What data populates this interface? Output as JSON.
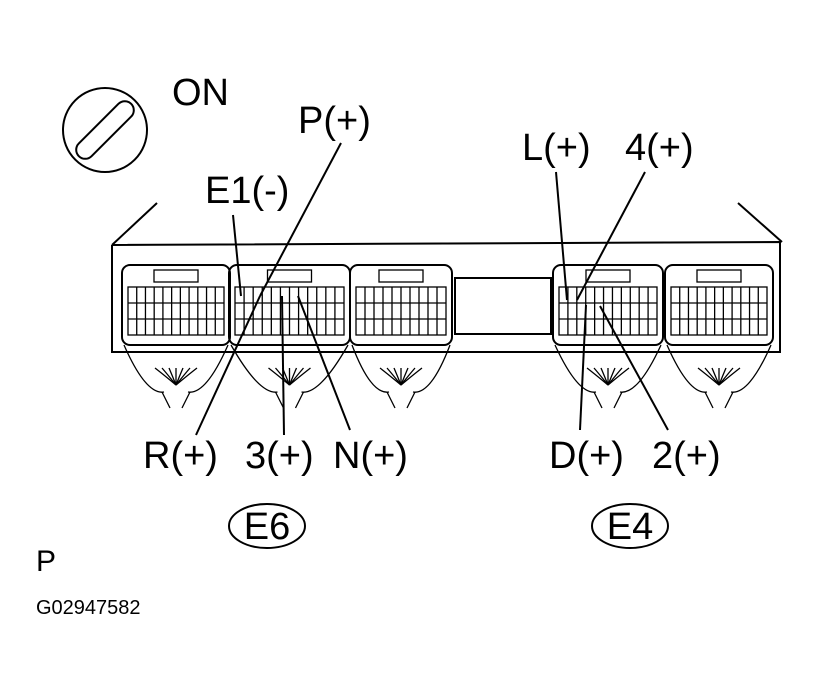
{
  "ignition": {
    "state_label": "ON"
  },
  "terminals": {
    "p_plus": "P(+)",
    "e1_minus": "E1(-)",
    "l_plus": "L(+)",
    "four_plus": "4(+)",
    "r_plus": "R(+)",
    "three_plus": "3(+)",
    "n_plus": "N(+)",
    "d_plus": "D(+)",
    "two_plus": "2(+)"
  },
  "connectors": {
    "left": "E6",
    "right": "E4"
  },
  "footer": {
    "mark": "P",
    "figure_code": "G02947582"
  }
}
